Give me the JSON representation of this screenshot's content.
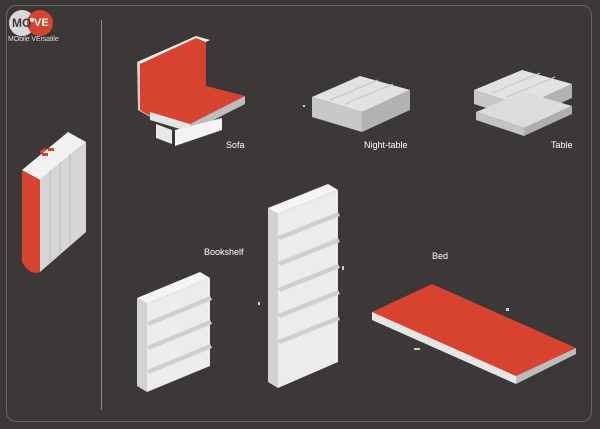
{
  "logo": {
    "mo": "MO",
    "ve": "VE",
    "tagline": "MObile VErsatile"
  },
  "labels": {
    "sofa": "Sofa",
    "night_table": "Night-table",
    "table": "Table",
    "bookshelf": "Bookshelf",
    "bed": "Bed"
  },
  "colors": {
    "background": "#3b3837",
    "accent": "#d8432f",
    "panel": "#e8e8e8"
  }
}
